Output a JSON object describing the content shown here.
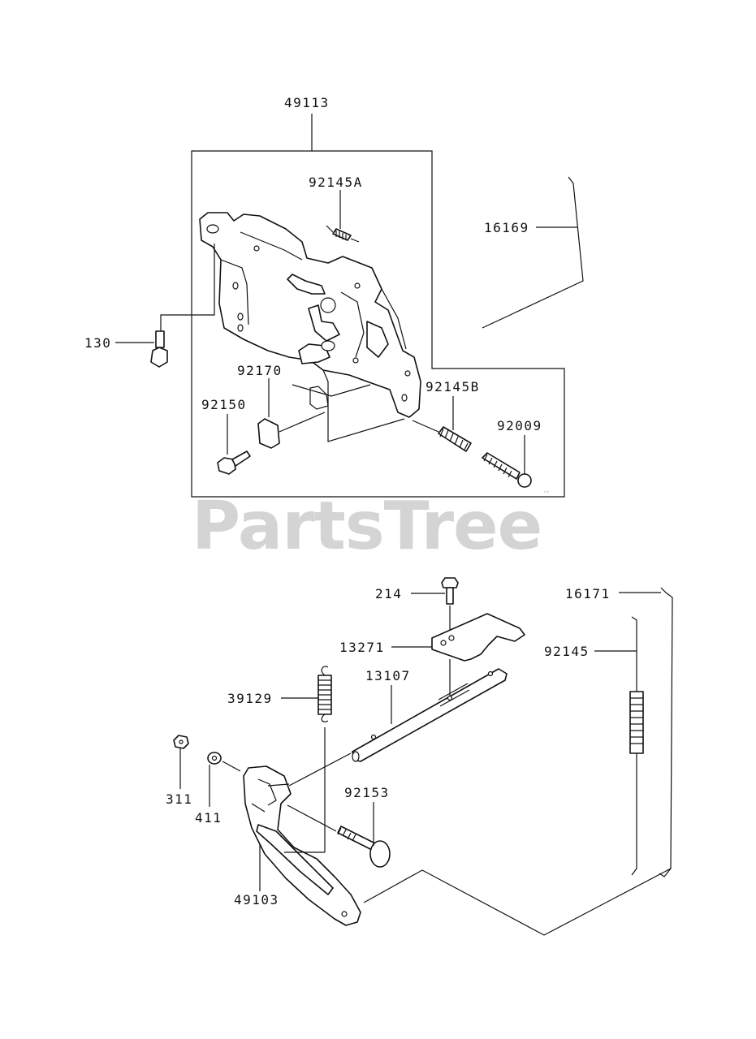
{
  "watermark": {
    "text": "PartsTree",
    "trademark": "™"
  },
  "callouts": {
    "c49113": "49113",
    "c92145A": "92145A",
    "c16169": "16169",
    "c130": "130",
    "c92170": "92170",
    "c92145B": "92145B",
    "c92150": "92150",
    "c92009": "92009",
    "c214": "214",
    "c16171": "16171",
    "c13271": "13271",
    "c92145": "92145",
    "c13107": "13107",
    "c39129": "39129",
    "c92153": "92153",
    "c311": "311",
    "c411": "411",
    "c49103": "49103"
  }
}
